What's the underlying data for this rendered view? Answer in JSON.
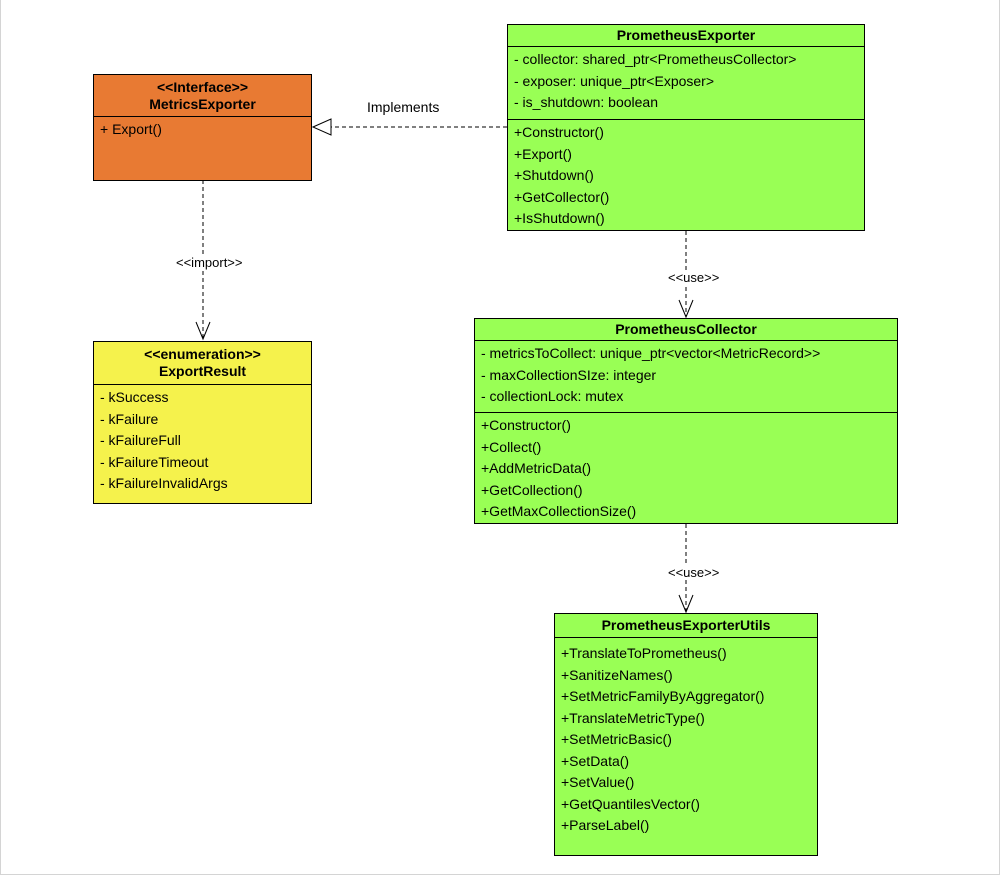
{
  "classes": {
    "metrics_exporter": {
      "stereotype": "<<Interface>>",
      "name": "MetricsExporter",
      "fill": "#e87a33",
      "methods": [
        "+ Export()"
      ]
    },
    "prometheus_exporter": {
      "name": "PrometheusExporter",
      "fill": "#99ff55",
      "attributes": [
        "- collector: shared_ptr<PrometheusCollector>",
        "- exposer: unique_ptr<Exposer>",
        "- is_shutdown: boolean"
      ],
      "methods": [
        "+Constructor()",
        "+Export()",
        "+Shutdown()",
        "+GetCollector()",
        "+IsShutdown()"
      ]
    },
    "export_result": {
      "stereotype": "<<enumeration>>",
      "name": "ExportResult",
      "fill": "#f5f24c",
      "values": [
        "- kSuccess",
        "- kFailure",
        "- kFailureFull",
        "- kFailureTimeout",
        "- kFailureInvalidArgs"
      ]
    },
    "prometheus_collector": {
      "name": "PrometheusCollector",
      "fill": "#99ff55",
      "attributes": [
        "- metricsToCollect: unique_ptr<vector<MetricRecord>>",
        "- maxCollectionSIze: integer",
        "- collectionLock: mutex"
      ],
      "methods": [
        "+Constructor()",
        "+Collect()",
        "+AddMetricData()",
        "+GetCollection()",
        "+GetMaxCollectionSize()"
      ]
    },
    "prometheus_exporter_utils": {
      "name": "PrometheusExporterUtils",
      "fill": "#99ff55",
      "methods": [
        "+TranslateToPrometheus()",
        "+SanitizeNames()",
        "+SetMetricFamilyByAggregator()",
        "+TranslateMetricType()",
        "+SetMetricBasic()",
        "+SetData()",
        "+SetValue()",
        "+GetQuantilesVector()",
        "+ParseLabel()"
      ]
    }
  },
  "relations": {
    "implements_label": "Implements",
    "import_label": "<<import>>",
    "use_label_1": "<<use>>",
    "use_label_2": "<<use>>"
  }
}
